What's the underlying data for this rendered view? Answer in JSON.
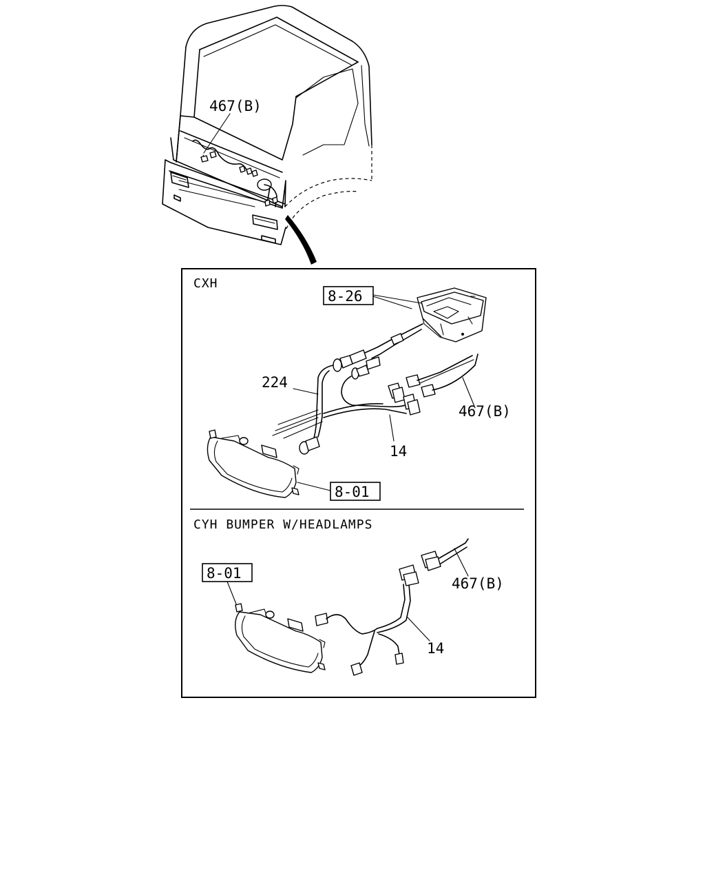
{
  "sections": {
    "top": {
      "title": "CXH"
    },
    "bottom": {
      "title": "CYH BUMPER W/HEADLAMPS"
    }
  },
  "callouts": {
    "cab_harness": "467(B)",
    "cxh_module_ref": "8-26",
    "cxh_harness_224": "224",
    "cxh_harness_467b": "467(B)",
    "cxh_harness_14": "14",
    "cxh_headlamp_ref": "8-01",
    "cyh_headlamp_ref": "8-01",
    "cyh_harness_467b": "467(B)",
    "cyh_harness_14": "14"
  }
}
